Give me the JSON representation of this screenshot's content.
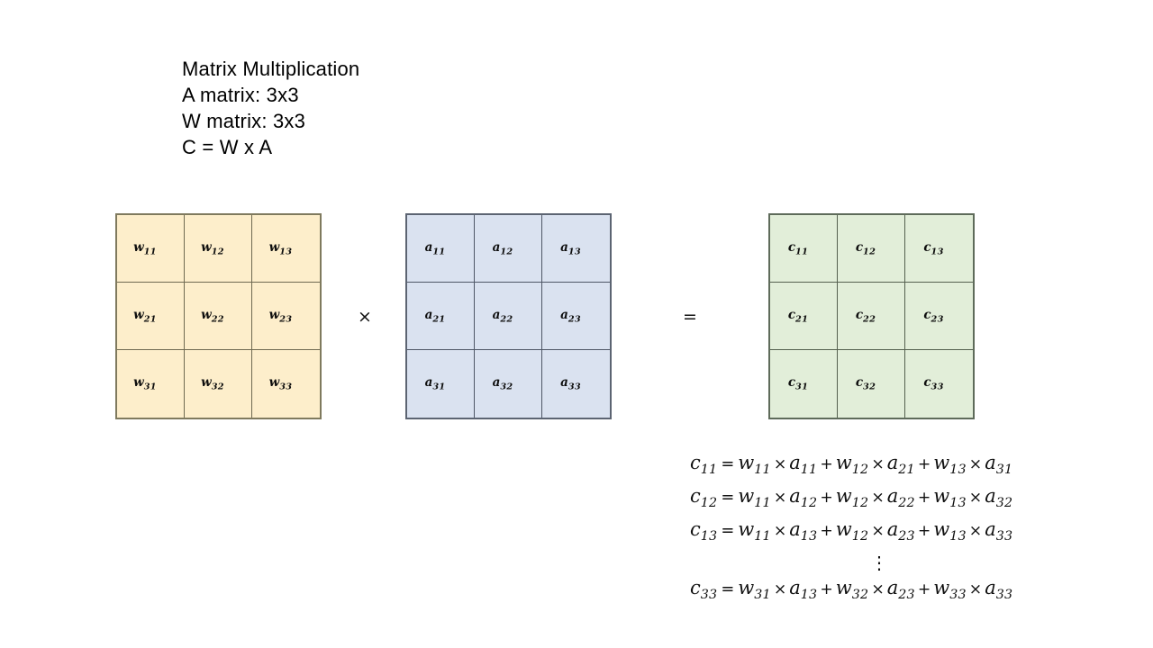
{
  "title": {
    "lines": [
      "Matrix Multiplication",
      "A matrix: 3x3",
      "W matrix: 3x3",
      "C = W x A"
    ]
  },
  "colors": {
    "w_fill": "#fdeecb",
    "w_border": "#6f6a52",
    "a_fill": "#dae2f0",
    "a_border": "#4f5766",
    "c_fill": "#e2eed9",
    "c_border": "#55604f",
    "text": "#101010",
    "background": "#ffffff"
  },
  "matrices": {
    "w": {
      "name": "W",
      "rows": 3,
      "cols": 3,
      "cells": [
        {
          "base": "w",
          "sub": "11"
        },
        {
          "base": "w",
          "sub": "12"
        },
        {
          "base": "w",
          "sub": "13"
        },
        {
          "base": "w",
          "sub": "21"
        },
        {
          "base": "w",
          "sub": "22"
        },
        {
          "base": "w",
          "sub": "23"
        },
        {
          "base": "w",
          "sub": "31"
        },
        {
          "base": "w",
          "sub": "32"
        },
        {
          "base": "w",
          "sub": "33"
        }
      ]
    },
    "a": {
      "name": "A",
      "rows": 3,
      "cols": 3,
      "cells": [
        {
          "base": "a",
          "sub": "11"
        },
        {
          "base": "a",
          "sub": "12"
        },
        {
          "base": "a",
          "sub": "13"
        },
        {
          "base": "a",
          "sub": "21"
        },
        {
          "base": "a",
          "sub": "22"
        },
        {
          "base": "a",
          "sub": "23"
        },
        {
          "base": "a",
          "sub": "31"
        },
        {
          "base": "a",
          "sub": "32"
        },
        {
          "base": "a",
          "sub": "33"
        }
      ]
    },
    "c": {
      "name": "C",
      "rows": 3,
      "cols": 3,
      "cells": [
        {
          "base": "c",
          "sub": "11"
        },
        {
          "base": "c",
          "sub": "12"
        },
        {
          "base": "c",
          "sub": "13"
        },
        {
          "base": "c",
          "sub": "21"
        },
        {
          "base": "c",
          "sub": "22"
        },
        {
          "base": "c",
          "sub": "23"
        },
        {
          "base": "c",
          "sub": "31"
        },
        {
          "base": "c",
          "sub": "32"
        },
        {
          "base": "c",
          "sub": "33"
        }
      ]
    }
  },
  "operators": {
    "times": "×",
    "equals": "=",
    "plus": "+",
    "vertical_ellipsis": "⋮"
  },
  "equations": [
    {
      "lhs": {
        "base": "c",
        "sub": "11"
      },
      "terms": [
        {
          "left": {
            "base": "w",
            "sub": "11"
          },
          "right": {
            "base": "a",
            "sub": "11"
          }
        },
        {
          "left": {
            "base": "w",
            "sub": "12"
          },
          "right": {
            "base": "a",
            "sub": "21"
          }
        },
        {
          "left": {
            "base": "w",
            "sub": "13"
          },
          "right": {
            "base": "a",
            "sub": "31"
          }
        }
      ]
    },
    {
      "lhs": {
        "base": "c",
        "sub": "12"
      },
      "terms": [
        {
          "left": {
            "base": "w",
            "sub": "11"
          },
          "right": {
            "base": "a",
            "sub": "12"
          }
        },
        {
          "left": {
            "base": "w",
            "sub": "12"
          },
          "right": {
            "base": "a",
            "sub": "22"
          }
        },
        {
          "left": {
            "base": "w",
            "sub": "13"
          },
          "right": {
            "base": "a",
            "sub": "32"
          }
        }
      ]
    },
    {
      "lhs": {
        "base": "c",
        "sub": "13"
      },
      "terms": [
        {
          "left": {
            "base": "w",
            "sub": "11"
          },
          "right": {
            "base": "a",
            "sub": "13"
          }
        },
        {
          "left": {
            "base": "w",
            "sub": "12"
          },
          "right": {
            "base": "a",
            "sub": "23"
          }
        },
        {
          "left": {
            "base": "w",
            "sub": "13"
          },
          "right": {
            "base": "a",
            "sub": "33"
          }
        }
      ]
    },
    {
      "lhs": {
        "base": "c",
        "sub": "33"
      },
      "terms": [
        {
          "left": {
            "base": "w",
            "sub": "31"
          },
          "right": {
            "base": "a",
            "sub": "13"
          }
        },
        {
          "left": {
            "base": "w",
            "sub": "32"
          },
          "right": {
            "base": "a",
            "sub": "23"
          }
        },
        {
          "left": {
            "base": "w",
            "sub": "33"
          },
          "right": {
            "base": "a",
            "sub": "33"
          }
        }
      ]
    }
  ]
}
